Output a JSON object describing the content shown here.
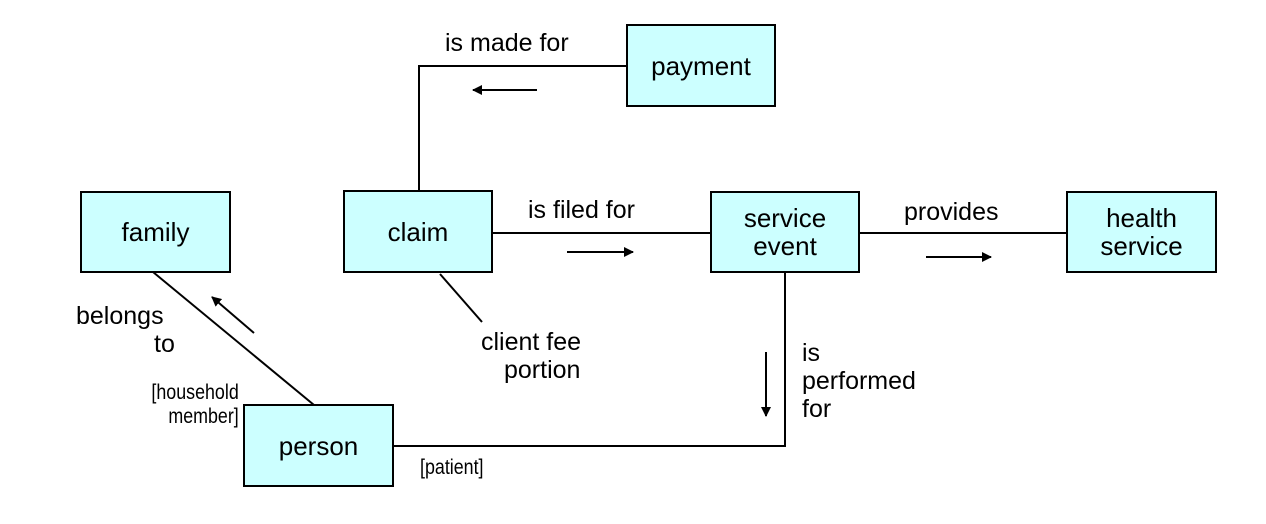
{
  "entities": {
    "family": "family",
    "claim": "claim",
    "payment": "payment",
    "service_event": [
      "service",
      "event"
    ],
    "health_service": [
      "health",
      "service"
    ],
    "person": "person"
  },
  "relationships": {
    "is_made_for": "is made for",
    "is_filed_for": "is filed for",
    "provides": "provides",
    "belongs_to": [
      "belongs",
      "to"
    ],
    "is_performed_for": [
      "is",
      "performed",
      "for"
    ],
    "client_fee_portion": [
      "client fee",
      "portion"
    ]
  },
  "roles": {
    "household_member": [
      "[household",
      "member]"
    ],
    "patient": "[patient]"
  }
}
